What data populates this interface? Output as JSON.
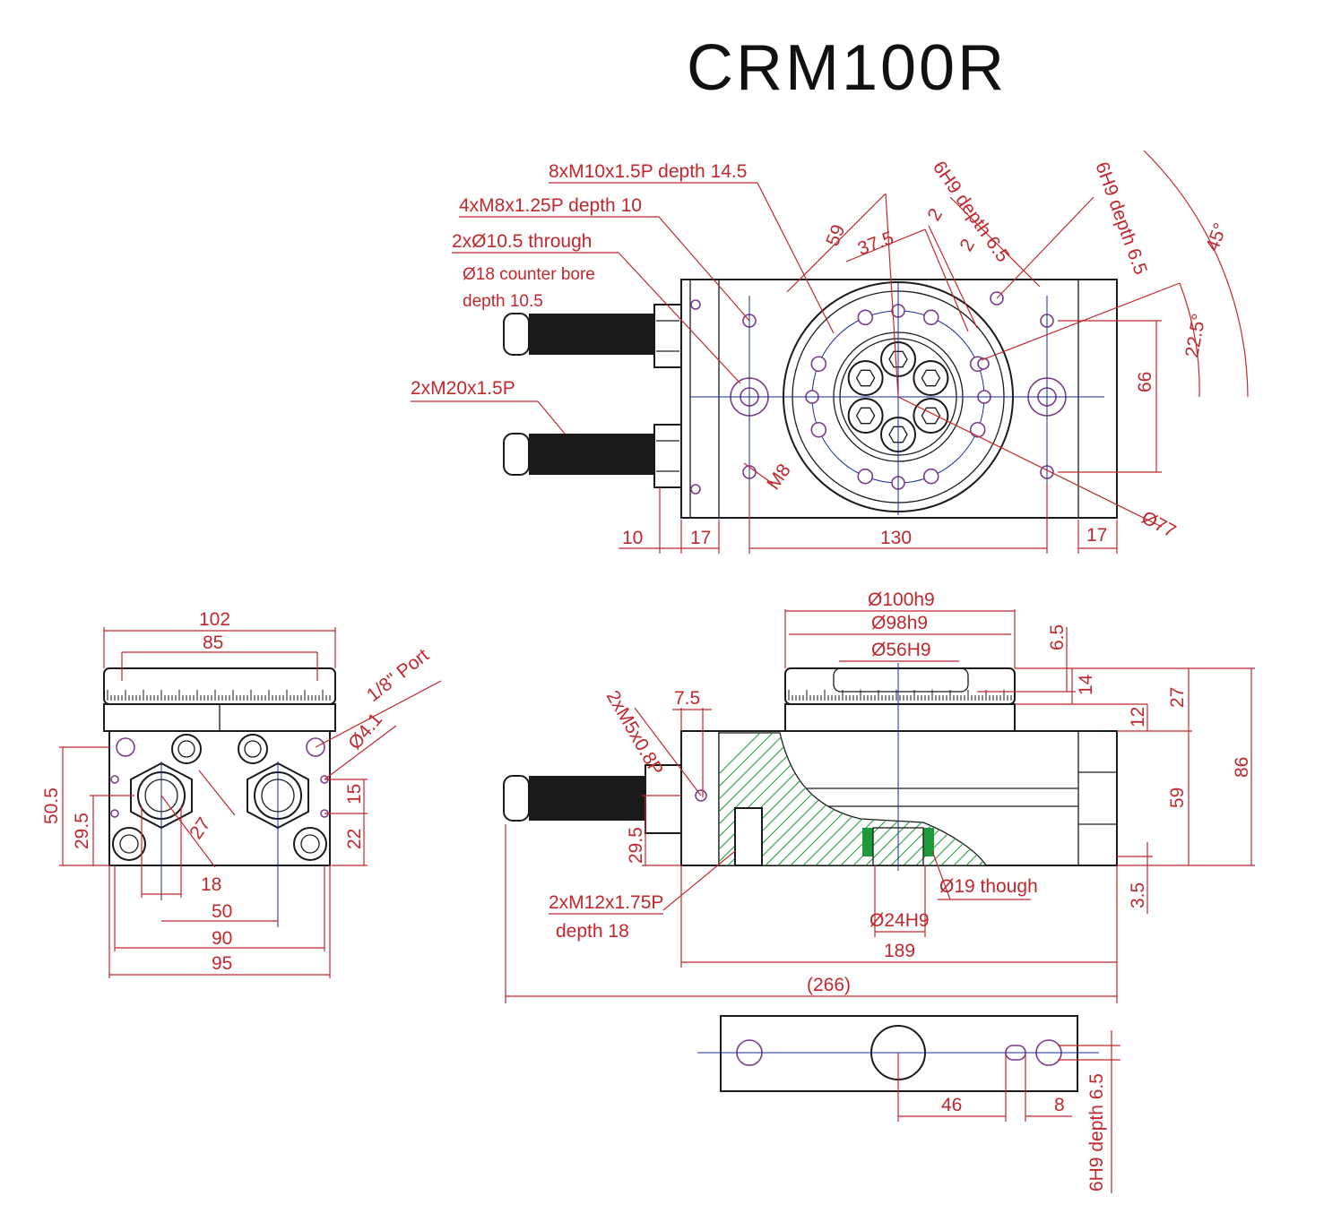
{
  "title": "CRM100R",
  "colors": {
    "dimension": "#c0282d",
    "outline": "#1a1a1a",
    "centerline": "#1a2a9a",
    "hatch": "#1d9a3a",
    "hole": "#7a3a8a"
  },
  "top_view": {
    "callouts": {
      "m10": "8xM10x1.5P depth 14.5",
      "m8": "4xM8x1.25P depth 10",
      "through": "2xØ10.5 through",
      "counterbore_1": "Ø18 counter bore",
      "counterbore_2": "depth 10.5",
      "m20": "2xM20x1.5P",
      "m8_small": "M8",
      "h9_a": "6H9 depth 6.5",
      "h9_b": "6H9 depth 6.5",
      "d77": "Ø77"
    },
    "dims": {
      "d59": "59",
      "d37_5": "37.5",
      "d2a": "2",
      "d2b": "2",
      "a45": "45°",
      "a22_5": "22.5°",
      "d66": "66",
      "d10": "10",
      "d17a": "17",
      "d130": "130",
      "d17b": "17"
    }
  },
  "end_view": {
    "dims": {
      "d102": "102",
      "d85": "85",
      "port": "1/8\" Port",
      "d4_1": "Ø4.1",
      "d50_5": "50.5",
      "d29_5": "29.5",
      "d27": "27",
      "d15": "15",
      "d22": "22",
      "d18": "18",
      "d50": "50",
      "d90": "90",
      "d95": "95"
    }
  },
  "side_view": {
    "dims": {
      "d100h9": "Ø100h9",
      "d98h9": "Ø98h9",
      "d56h9": "Ø56H9",
      "d6_5": "6.5",
      "d14": "14",
      "d27": "27",
      "d86": "86",
      "d12": "12",
      "d59": "59",
      "d3_5": "3.5",
      "d29_5": "29.5",
      "d7_5": "7.5",
      "m5": "2xM5x0.8P",
      "m12_1": "2xM12x1.75P",
      "m12_2": "depth 18",
      "d19": "Ø19 though",
      "d24h9": "Ø24H9",
      "d189": "189",
      "d266": "(266)"
    }
  },
  "bottom_view": {
    "dims": {
      "d46": "46",
      "d8": "8",
      "h9": "6H9 depth 6.5"
    }
  }
}
